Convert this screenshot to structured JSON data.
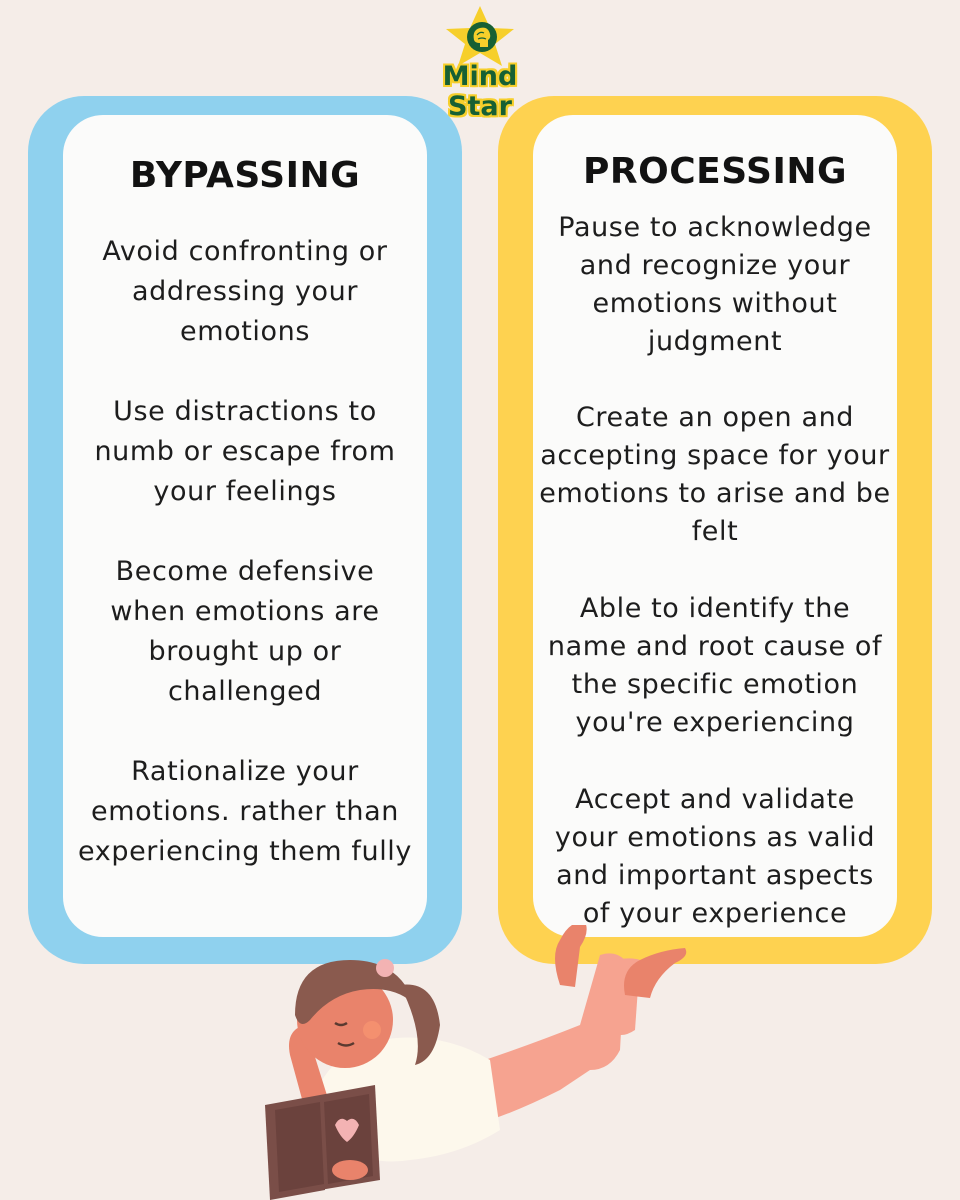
{
  "logo": {
    "line1": "Mind",
    "line2": "Star"
  },
  "left": {
    "title": "BYPASSING",
    "items": [
      "Avoid confronting or addressing your emotions",
      "Use distractions to numb or escape from your feelings",
      "Become defensive when emotions are brought up or challenged",
      "Rationalize your emotions. rather than experiencing them fully"
    ]
  },
  "right": {
    "title": "PROCESSING",
    "items": [
      "Pause to acknowledge and recognize your emotions without judgment",
      "Create an open and accepting space for your emotions to arise and be felt",
      "Able to identify the name and root cause of the specific emotion you're experiencing",
      "Accept and validate your emotions as valid and important aspects of your experience"
    ]
  },
  "colors": {
    "background": "#f5ede8",
    "left_border": "#8fd1ee",
    "right_border": "#fed250",
    "logo_green": "#176034",
    "logo_yellow": "#f6cf2b"
  }
}
